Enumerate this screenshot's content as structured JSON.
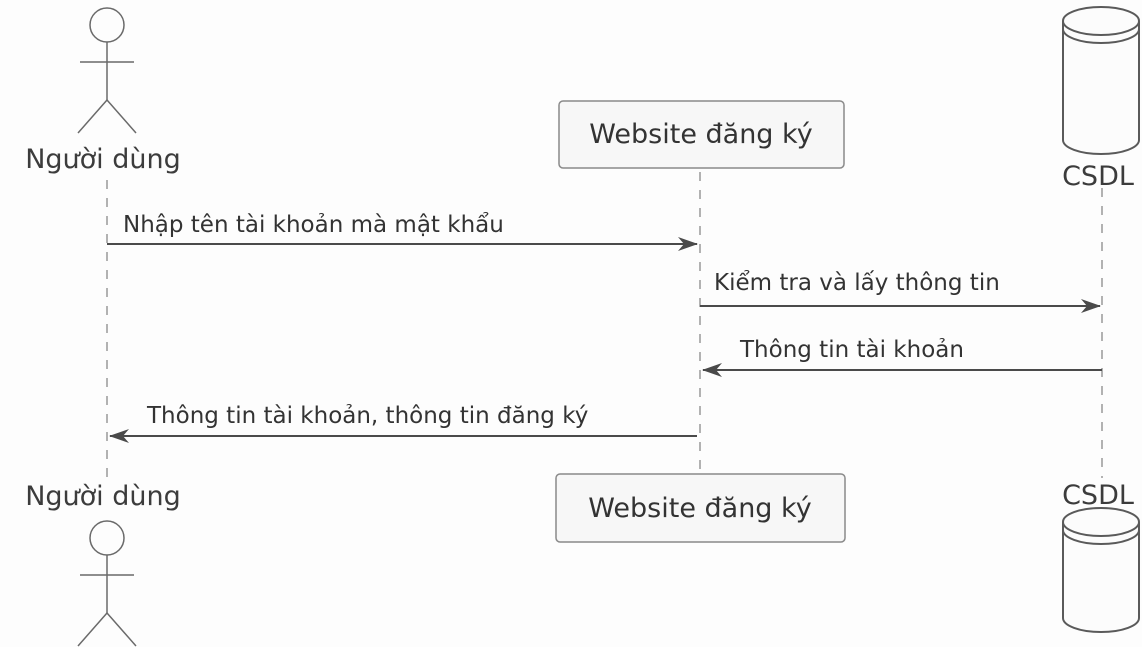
{
  "participants": {
    "user": {
      "label": "Người dùng",
      "icon": "actor-icon"
    },
    "website": {
      "label": "Website đăng ký"
    },
    "db": {
      "label": "CSDL",
      "icon": "database-icon"
    }
  },
  "messages": [
    {
      "from": "user",
      "to": "website",
      "label": "Nhập tên tài khoản mà mật khẩu"
    },
    {
      "from": "website",
      "to": "db",
      "label": "Kiểm tra và lấy thông tin"
    },
    {
      "from": "db",
      "to": "website",
      "label": "Thông tin tài khoản"
    },
    {
      "from": "website",
      "to": "user",
      "label": "Thông tin tài khoản, thông tin đăng ký"
    }
  ],
  "colors": {
    "line": "#555555",
    "lifeline": "#9a9a9a",
    "box_border": "#8a8a8a",
    "box_fill": "#f7f7f7",
    "text": "#333333"
  }
}
